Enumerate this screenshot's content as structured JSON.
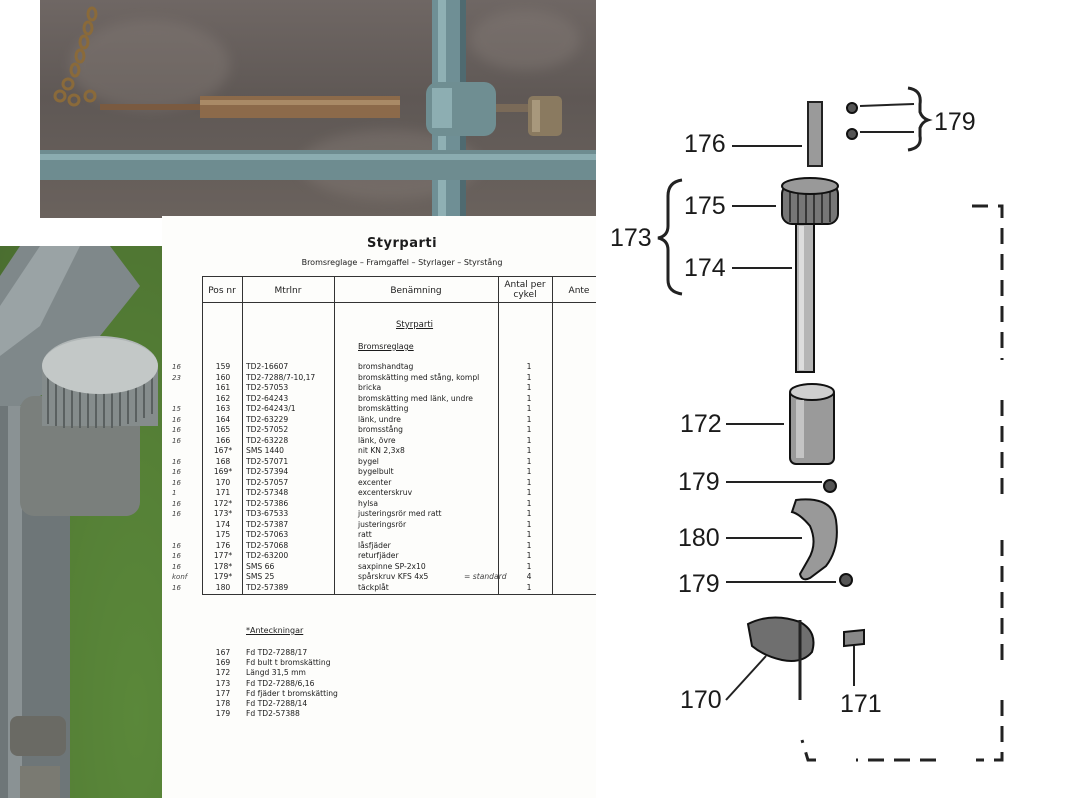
{
  "document": {
    "title": "Styrparti",
    "subtitle": "Bromsreglage – Framgaffel – Styrlager – Styrstång",
    "headers": {
      "pos": "Pos nr",
      "mtr": "Mtrlnr",
      "ben": "Benämning",
      "antal": "Antal per cykel",
      "extra": "Ante"
    },
    "section": "Styrparti",
    "subsection": "Bromsreglage",
    "rows": [
      {
        "mark": "16",
        "pos": "159",
        "mtr": "TD2-16607",
        "ben": "bromshandtag",
        "antal": "1"
      },
      {
        "mark": "23",
        "pos": "160",
        "mtr": "TD2-7288/7-10,17",
        "ben": "bromskätting med stång, kompl",
        "antal": "1"
      },
      {
        "mark": "",
        "pos": "161",
        "mtr": "TD2-57053",
        "ben": "bricka",
        "antal": "1"
      },
      {
        "mark": "",
        "pos": "162",
        "mtr": "TD2-64243",
        "ben": "bromskätting med länk, undre",
        "antal": "1"
      },
      {
        "mark": "15",
        "pos": "163",
        "mtr": "TD2-64243/1",
        "ben": "bromskätting",
        "antal": "1"
      },
      {
        "mark": "16",
        "pos": "164",
        "mtr": "TD2-63229",
        "ben": "länk, undre",
        "antal": "1"
      },
      {
        "mark": "16",
        "pos": "165",
        "mtr": "TD2-57052",
        "ben": "bromsstång",
        "antal": "1"
      },
      {
        "mark": "16",
        "pos": "166",
        "mtr": "TD2-63228",
        "ben": "länk, övre",
        "antal": "1"
      },
      {
        "mark": "",
        "pos": "167*",
        "mtr": "SMS 1440",
        "ben": "nit KN 2,3x8",
        "antal": "1"
      },
      {
        "mark": "16",
        "pos": "168",
        "mtr": "TD2-57071",
        "ben": "bygel",
        "antal": "1"
      },
      {
        "mark": "16",
        "pos": "169*",
        "mtr": "TD2-57394",
        "ben": "bygelbult",
        "antal": "1"
      },
      {
        "mark": "16",
        "pos": "170",
        "mtr": "TD2-57057",
        "ben": "excenter",
        "antal": "1"
      },
      {
        "mark": "1",
        "pos": "171",
        "mtr": "TD2-57348",
        "ben": "excenterskruv",
        "antal": "1"
      },
      {
        "mark": "16",
        "pos": "172*",
        "mtr": "TD2-57386",
        "ben": "hylsa",
        "antal": "1"
      },
      {
        "mark": "16",
        "pos": "173*",
        "mtr": "TD3-67533",
        "ben": "justeringsrör med ratt",
        "antal": "1"
      },
      {
        "mark": "",
        "pos": "174",
        "mtr": "TD2-57387",
        "ben": "justeringsrör",
        "antal": "1"
      },
      {
        "mark": "",
        "pos": "175",
        "mtr": "TD2-57063",
        "ben": "ratt",
        "antal": "1"
      },
      {
        "mark": "16",
        "pos": "176",
        "mtr": "TD2-57068",
        "ben": "låsfjäder",
        "antal": "1"
      },
      {
        "mark": "16",
        "pos": "177*",
        "mtr": "TD2-63200",
        "ben": "returfjäder",
        "antal": "1"
      },
      {
        "mark": "16",
        "pos": "178*",
        "mtr": "SMS 66",
        "ben": "saxpinne SP-2x10",
        "antal": "1"
      },
      {
        "mark": "konf",
        "pos": "179*",
        "mtr": "SMS 25",
        "ben": "spårskruv KFS 4x5",
        "note": "= standard",
        "antal": "4"
      },
      {
        "mark": "16",
        "pos": "180",
        "mtr": "TD2-57389",
        "ben": "täckplåt",
        "antal": "1"
      }
    ],
    "notes_title": "*Anteckningar",
    "notes": [
      {
        "pos": "167",
        "text": "Fd TD2-7288/17"
      },
      {
        "pos": "169",
        "text": "Fd bult t bromskätting"
      },
      {
        "pos": "172",
        "text": "Längd 31,5 mm"
      },
      {
        "pos": "173",
        "text": "Fd TD2-7288/6,16"
      },
      {
        "pos": "177",
        "text": "Fd fjäder t bromskätting"
      },
      {
        "pos": "178",
        "text": "Fd TD2-7288/14"
      },
      {
        "pos": "179",
        "text": "Fd TD2-57388"
      }
    ]
  },
  "diagram": {
    "labels": {
      "l176": "176",
      "l179a": "179",
      "l173": "173",
      "l175": "175",
      "l174": "174",
      "l172": "172",
      "l179b": "179",
      "l180": "180",
      "l179c": "179",
      "l170": "170",
      "l171": "171"
    }
  }
}
